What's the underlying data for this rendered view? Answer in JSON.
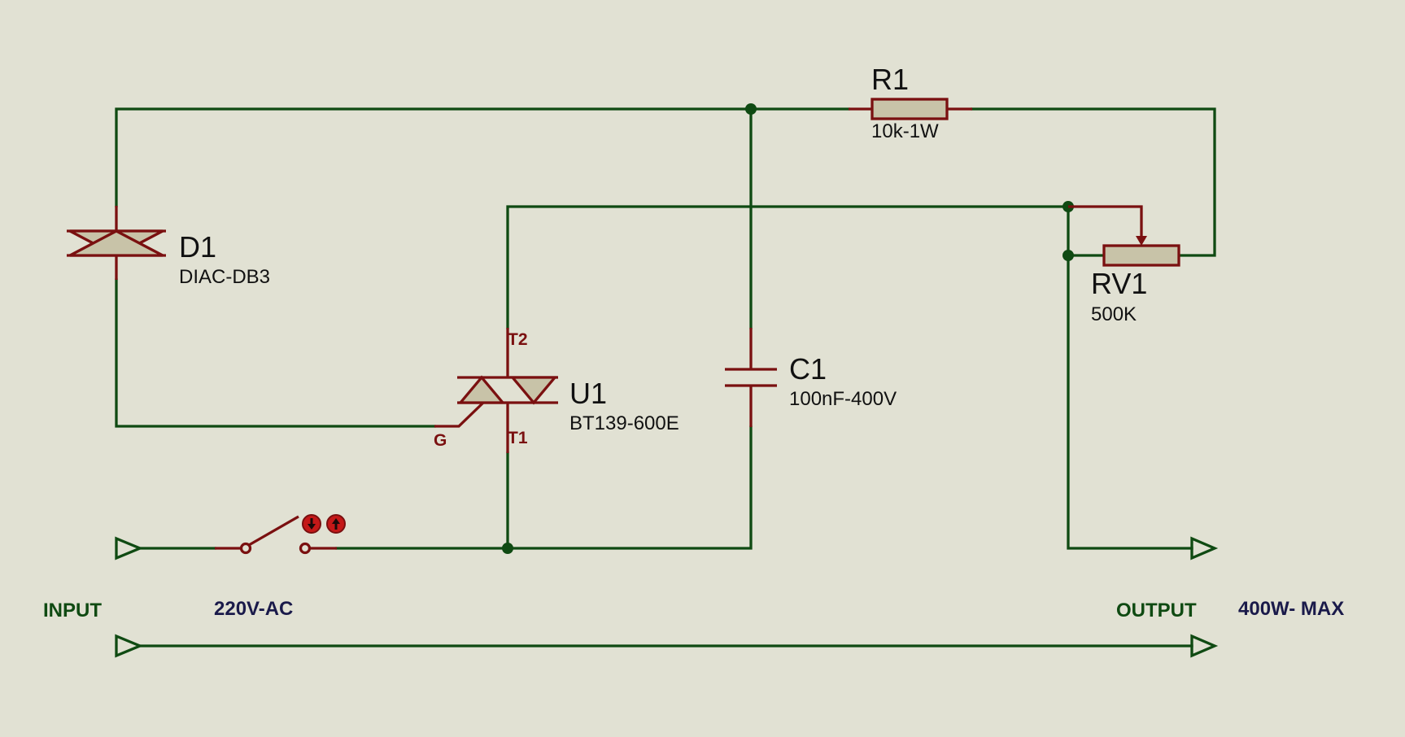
{
  "components": {
    "r1": {
      "ref": "R1",
      "value": "10k-1W"
    },
    "d1": {
      "ref": "D1",
      "value": "DIAC-DB3"
    },
    "u1": {
      "ref": "U1",
      "value": "BT139-600E",
      "pins": {
        "t2": "T2",
        "t1": "T1",
        "g": "G"
      }
    },
    "c1": {
      "ref": "C1",
      "value": "100nF-400V"
    },
    "rv1": {
      "ref": "RV1",
      "value": "500K"
    }
  },
  "labels": {
    "input": "INPUT",
    "supply": "220V-AC",
    "output": "OUTPUT",
    "max_power": "400W- MAX"
  },
  "colors": {
    "background": "#e1e1d3",
    "wire": "#0f4a12",
    "component": "#7a1010",
    "component_fill": "#c8c3a8"
  }
}
